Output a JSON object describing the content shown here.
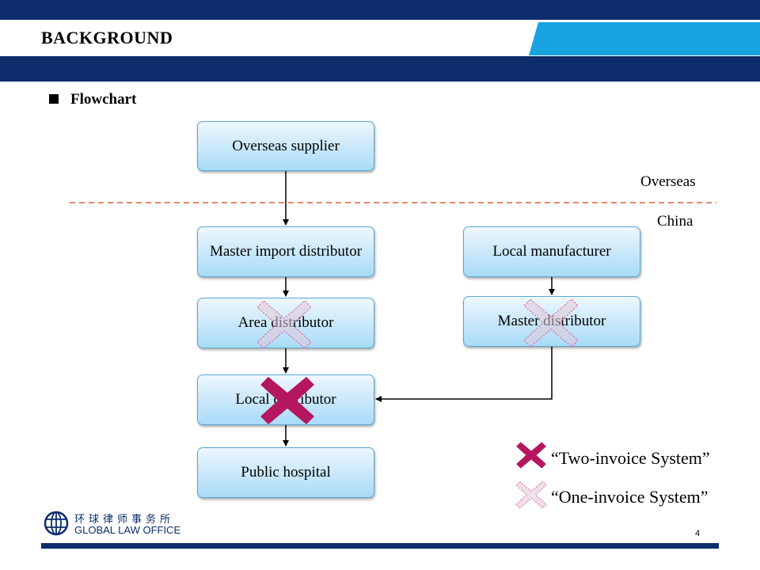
{
  "header": {
    "title": "BACKGROUND"
  },
  "section": {
    "label": "Flowchart"
  },
  "regions": {
    "overseas": "Overseas",
    "china": "China"
  },
  "nodes": {
    "overseas_supplier": "Overseas supplier",
    "master_import_distributor": "Master import distributor",
    "area_distributor": "Area distributor",
    "local_distributor": "Local distributor",
    "public_hospital": "Public hospital",
    "local_manufacturer": "Local manufacturer",
    "master_distributor": "Master distributor"
  },
  "legend": {
    "two_invoice": "“Two-invoice System”",
    "one_invoice": "“One-invoice System”"
  },
  "footer": {
    "logo_cn": "环球律师事务所",
    "logo_en": "GLOBAL LAW OFFICE",
    "page_number": "4"
  },
  "colors": {
    "navy": "#0d2d6c",
    "accent": "#1aa3e1",
    "dashed_divider": "#d9603a",
    "two_invoice_mark": "#b5175f",
    "one_invoice_mark": "#d96aa0"
  },
  "icons": {
    "two_invoice_mark": "solid-x-icon",
    "one_invoice_mark": "dotted-x-icon"
  }
}
